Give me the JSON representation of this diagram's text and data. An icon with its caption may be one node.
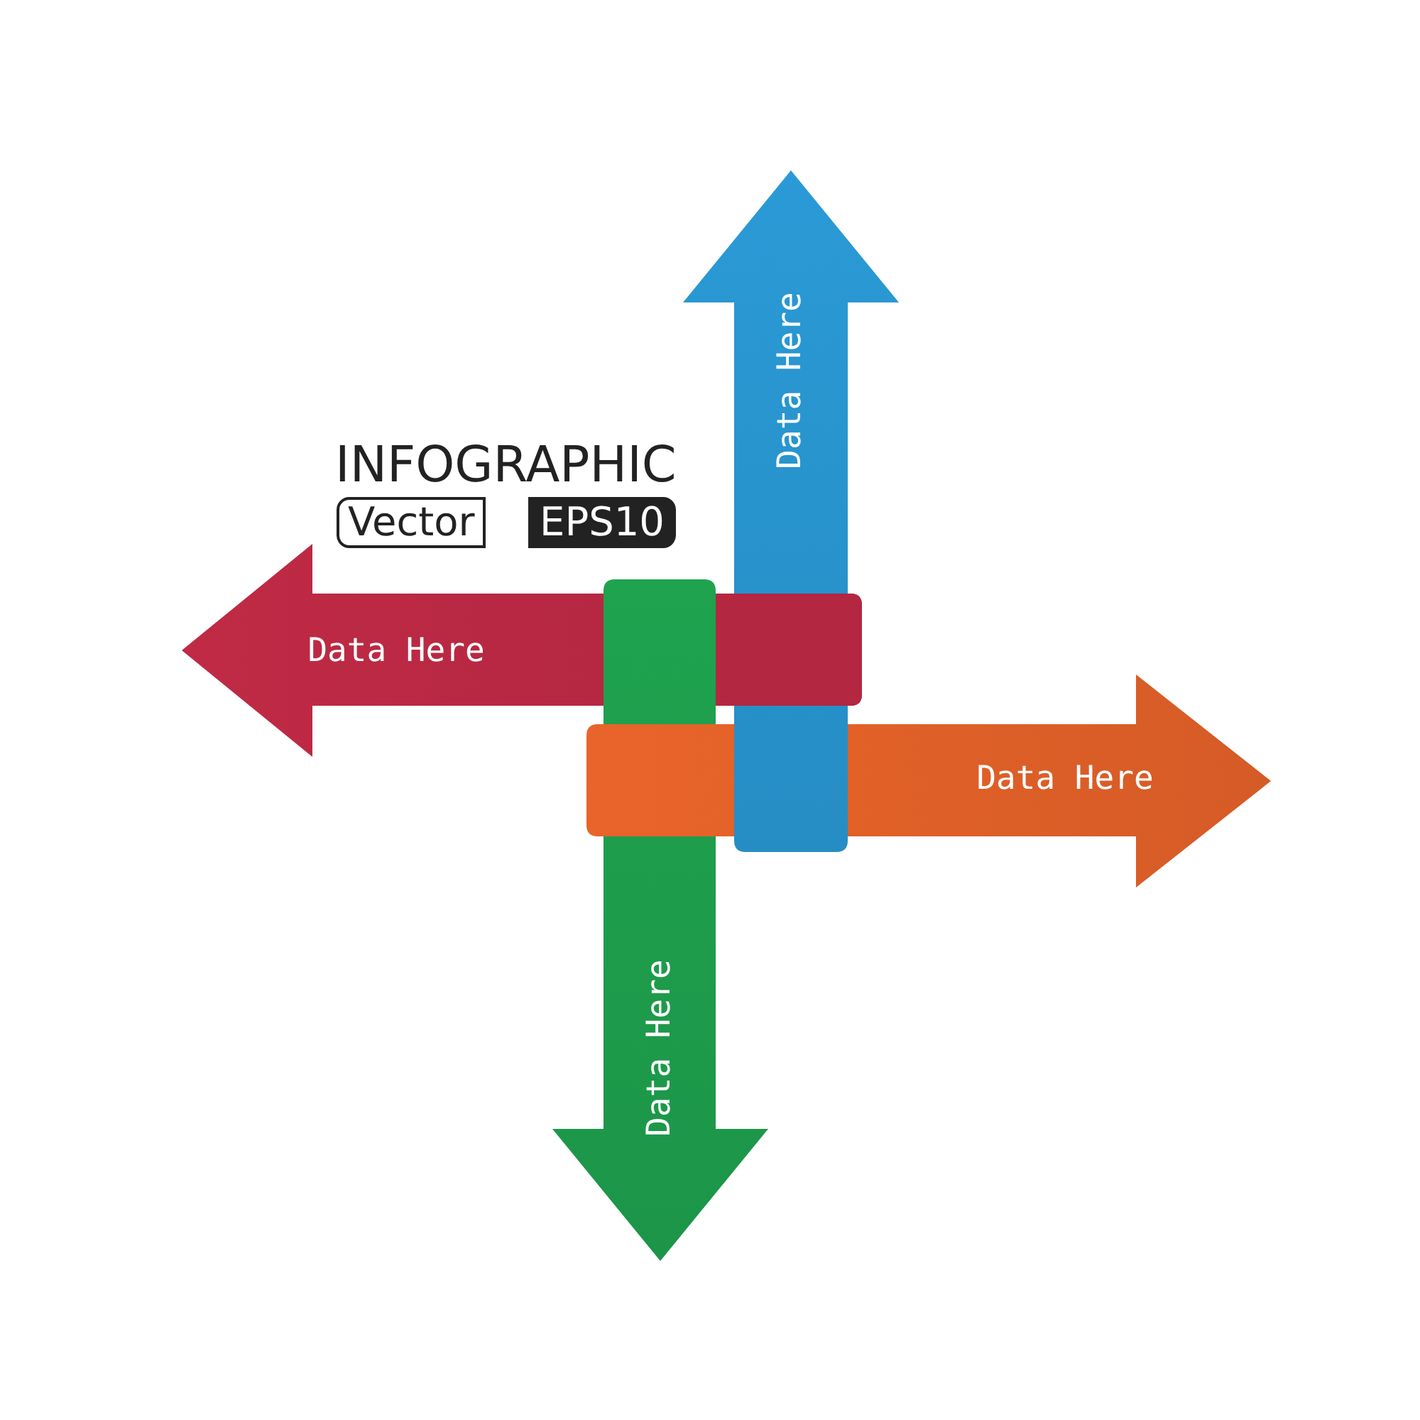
{
  "diagram": {
    "nodes": [
      {
        "text": [
          "Data Here"
        ]
      },
      {
        "text": [
          "Data Here"
        ]
      },
      {
        "text": [
          "Data Here"
        ]
      },
      {
        "text": [
          "Data Here"
        ]
      }
    ],
    "labels": [
      "INFOGRAPHIC",
      "Vector",
      "EPS10"
    ]
  }
}
